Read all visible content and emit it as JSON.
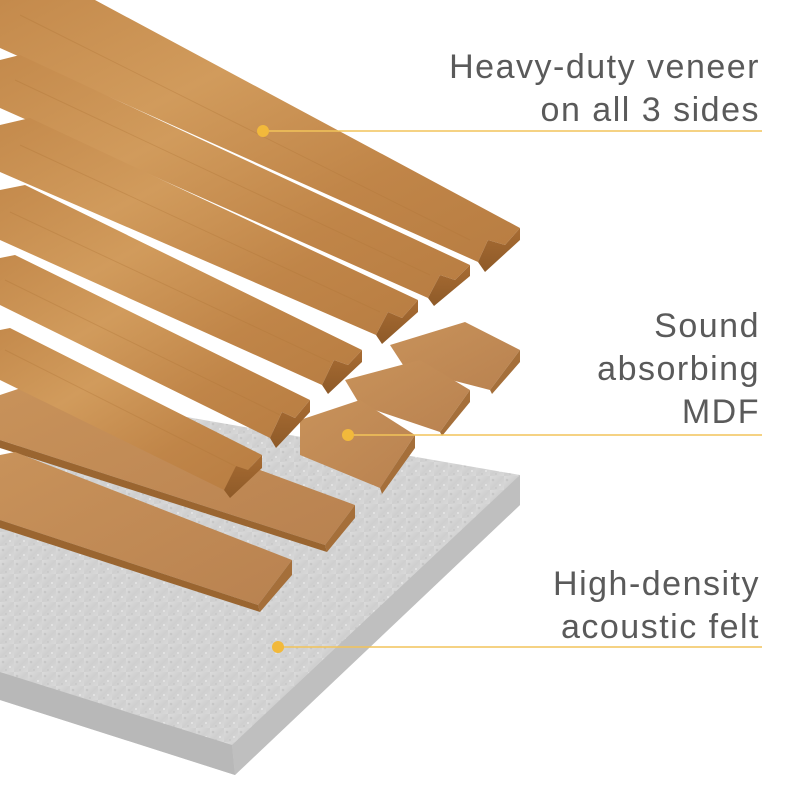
{
  "callouts": {
    "veneer": {
      "line1": "Heavy-duty veneer",
      "line2": "on all 3 sides"
    },
    "mdf": {
      "line1": "Sound",
      "line2": "absorbing",
      "line3": "MDF"
    },
    "felt": {
      "line1": "High-density",
      "line2": "acoustic felt"
    }
  },
  "colors": {
    "background": "#ffffff",
    "text": "#5a5a5a",
    "leader_line": "#f2c45a",
    "leader_dot": "#f2b93b",
    "veneer_wood": "#c68a4a",
    "mdf": "#c9935a",
    "felt": "#d4d4d4"
  },
  "icons": [
    "felt-layer",
    "mdf-batten",
    "veneer-slat",
    "leader-line",
    "leader-dot"
  ]
}
